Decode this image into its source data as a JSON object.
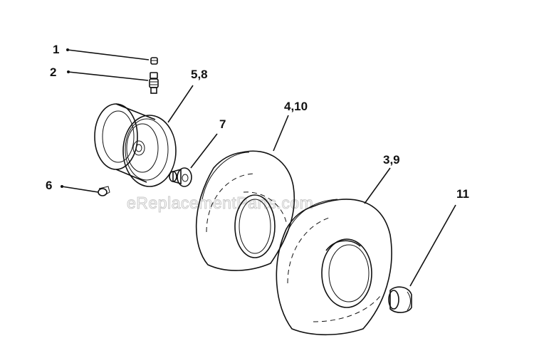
{
  "labels": {
    "l1": "1",
    "l2": "2",
    "l58": "5,8",
    "l7": "7",
    "l410": "4,10",
    "l39": "3,9",
    "l6": "6",
    "l11": "11"
  },
  "watermark": "eReplacementParts.com"
}
